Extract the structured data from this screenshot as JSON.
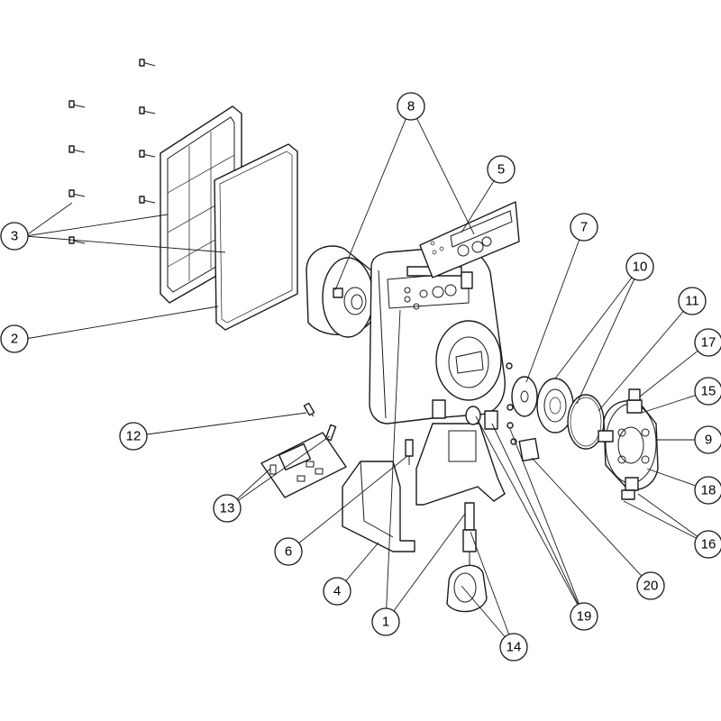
{
  "callouts": [
    {
      "id": "c1",
      "label": "1"
    },
    {
      "id": "c2",
      "label": "2"
    },
    {
      "id": "c3",
      "label": "3"
    },
    {
      "id": "c4",
      "label": "4"
    },
    {
      "id": "c5",
      "label": "5"
    },
    {
      "id": "c6",
      "label": "6"
    },
    {
      "id": "c7",
      "label": "7"
    },
    {
      "id": "c8",
      "label": "8"
    },
    {
      "id": "c9",
      "label": "9"
    },
    {
      "id": "c10",
      "label": "10"
    },
    {
      "id": "c11",
      "label": "11"
    },
    {
      "id": "c12",
      "label": "12"
    },
    {
      "id": "c13",
      "label": "13"
    },
    {
      "id": "c14",
      "label": "14"
    },
    {
      "id": "c15",
      "label": "15"
    },
    {
      "id": "c16",
      "label": "16"
    },
    {
      "id": "c17",
      "label": "17"
    },
    {
      "id": "c18",
      "label": "18"
    },
    {
      "id": "c19",
      "label": "19"
    },
    {
      "id": "c20",
      "label": "20"
    }
  ]
}
